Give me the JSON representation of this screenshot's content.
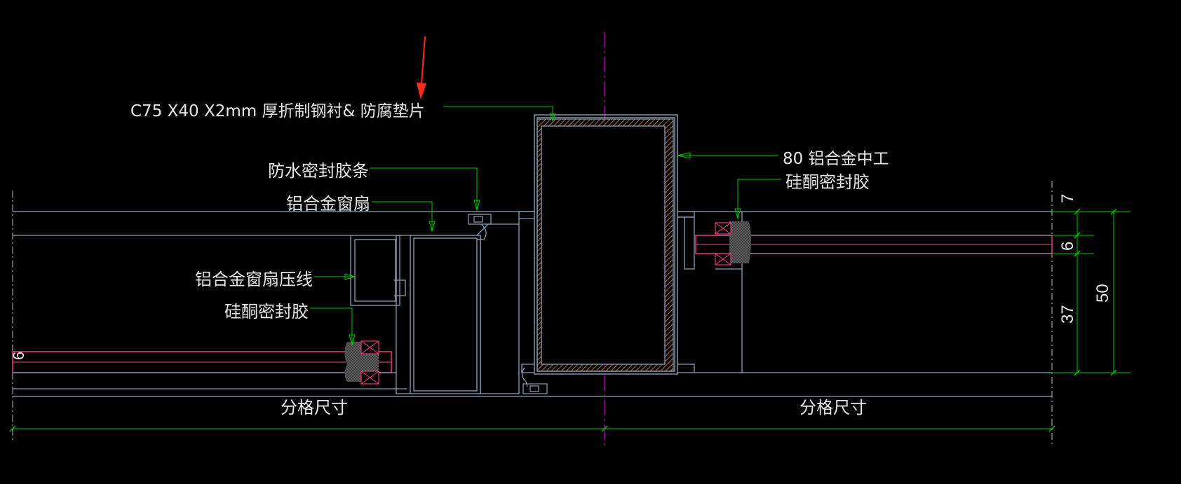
{
  "drawing": {
    "labels": {
      "steel_liner": "C75  X40 X2mm  厚折制钢衬& 防腐垫片",
      "waterproof_strip": "防水密封胶条",
      "sash": "铝合金窗扇",
      "mullion": "80 铝合金中工",
      "silicone_right": "硅酮密封胶",
      "sash_bead": "铝合金窗扇压线",
      "silicone_left": "硅酮密封胶",
      "span_left": "分格尺寸",
      "span_right": "分格尺寸"
    },
    "dimensions": {
      "d7": "7",
      "d6": "6",
      "d37": "37",
      "d50": "50",
      "d6_left": "6"
    },
    "colors": {
      "background": "#000000",
      "profile": "#7f9fbf",
      "leader": "#00c800",
      "centerline": "#c000c0",
      "glass": "#ff3c8c",
      "hatch": "#b46e3c",
      "marker_arrow": "#ff2a1a"
    }
  }
}
